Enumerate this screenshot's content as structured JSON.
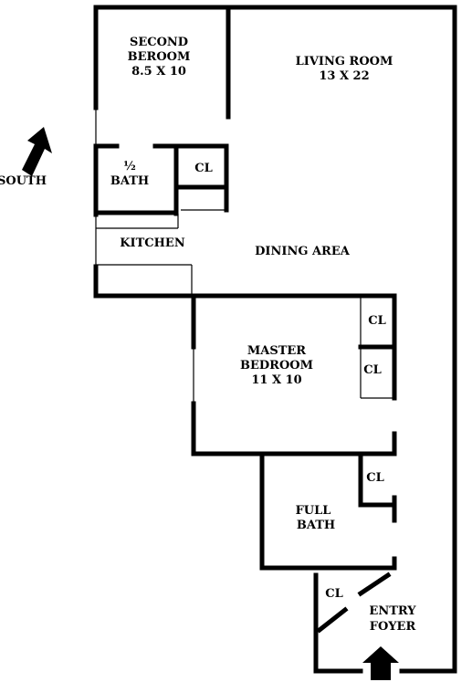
{
  "rooms": {
    "second_bedroom": {
      "name_line1": "SECOND",
      "name_line2": "BEROOM",
      "size": "8.5 X 10"
    },
    "living_room": {
      "name": "LIVING ROOM",
      "size": "13 X 22"
    },
    "half_bath": {
      "name_line1": "½",
      "name_line2": "BATH"
    },
    "kitchen": {
      "name": "KITCHEN"
    },
    "dining_area": {
      "name": "DINING AREA"
    },
    "master_bedroom": {
      "name_line1": "MASTER",
      "name_line2": "BEDROOM",
      "size": "11 X 10"
    },
    "full_bath": {
      "name_line1": "FULL",
      "name_line2": "BATH"
    },
    "entry_foyer": {
      "name_line1": "ENTRY",
      "name_line2": "FOYER"
    }
  },
  "closets": {
    "cl_upper": "CL",
    "cl_master_top": "CL",
    "cl_master_bottom": "CL",
    "cl_bath": "CL",
    "cl_foyer": "CL"
  },
  "compass": {
    "label": "SOUTH",
    "icon": "arrow-up-right-icon"
  },
  "entry_arrow": {
    "icon": "arrow-up-icon"
  }
}
